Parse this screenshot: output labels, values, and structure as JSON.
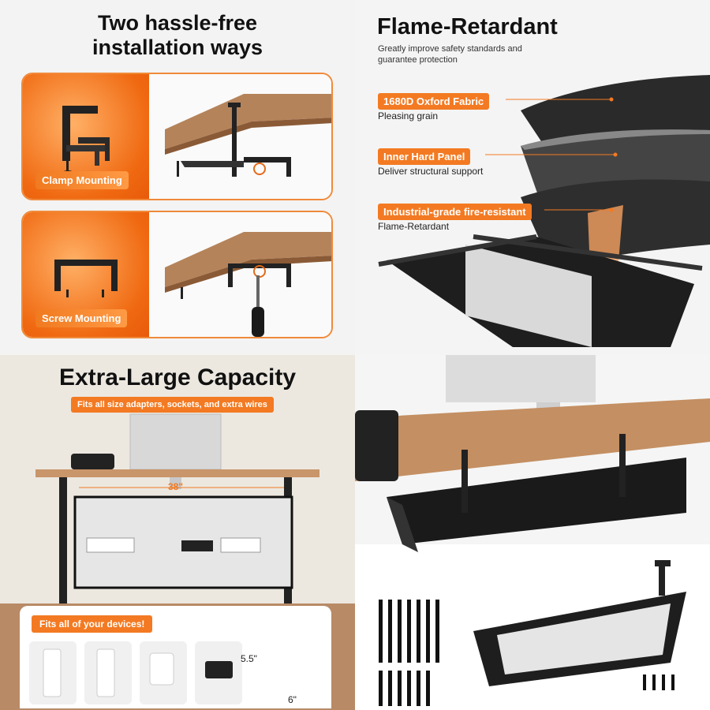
{
  "q1": {
    "title_line1": "Two hassle-free",
    "title_line2": "installation ways",
    "clamp_label": "Clamp Mounting",
    "screw_label": "Screw Mounting"
  },
  "q2": {
    "title": "Flame-Retardant",
    "subtitle": "Greatly improve safety standards and guarantee protection",
    "layers": [
      {
        "label": "1680D Oxford Fabric",
        "desc": "Pleasing grain"
      },
      {
        "label": "Inner Hard Panel",
        "desc": "Deliver structural support"
      },
      {
        "label": "Industrial-grade fire-resistant",
        "desc": "Flame-Retardant"
      }
    ]
  },
  "q3": {
    "title": "Extra-Large Capacity",
    "pill": "Fits all size adapters, sockets, and extra wires",
    "width_dim": "38\"",
    "devices_pill": "Fits all of your devices!",
    "height_dim": "5.5\"",
    "depth_dim": "6\""
  },
  "colors": {
    "accent": "#f37a22"
  }
}
